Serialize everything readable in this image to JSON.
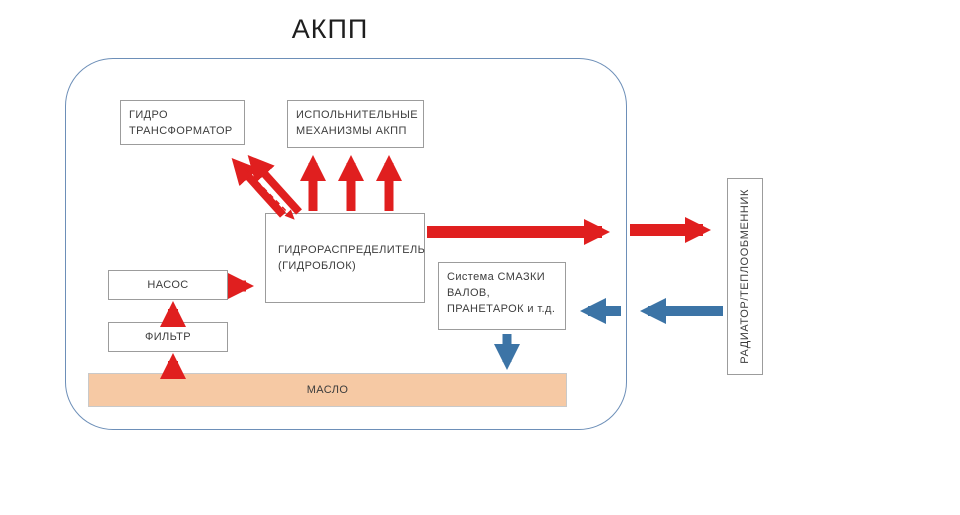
{
  "title": "АКПП",
  "colors": {
    "red": "#e01f1f",
    "blue": "#3c74a6",
    "oil_fill": "#f6c9a4",
    "container_border": "#6d8fb8",
    "box_border": "#9c9c9c",
    "text": "#3d3d3d"
  },
  "boxes": {
    "torque_converter": {
      "lines": [
        "ГИДРО",
        "ТРАНСФОРМАТОР"
      ]
    },
    "actuators": {
      "lines": [
        "ИСПОЛЬНИТЕЛЬНЫЕ",
        "МЕХАНИЗМЫ АКПП"
      ]
    },
    "valve_body": {
      "lines": [
        "ГИДРОРАСПРЕДЕЛИТЕЛЬ",
        "(ГИДРОБЛОК)"
      ]
    },
    "pump": {
      "label": "НАСОС"
    },
    "filter": {
      "label": "ФИЛЬТР"
    },
    "lubrication": {
      "lines": [
        "Система СМАЗКИ",
        "ВАЛОВ,",
        "ПРАНЕТАРОК и т.д."
      ]
    },
    "oil": {
      "label": "МАСЛО"
    },
    "radiator": {
      "label": "РАДИАТОР/ТЕПЛООБМЕННИК"
    }
  }
}
